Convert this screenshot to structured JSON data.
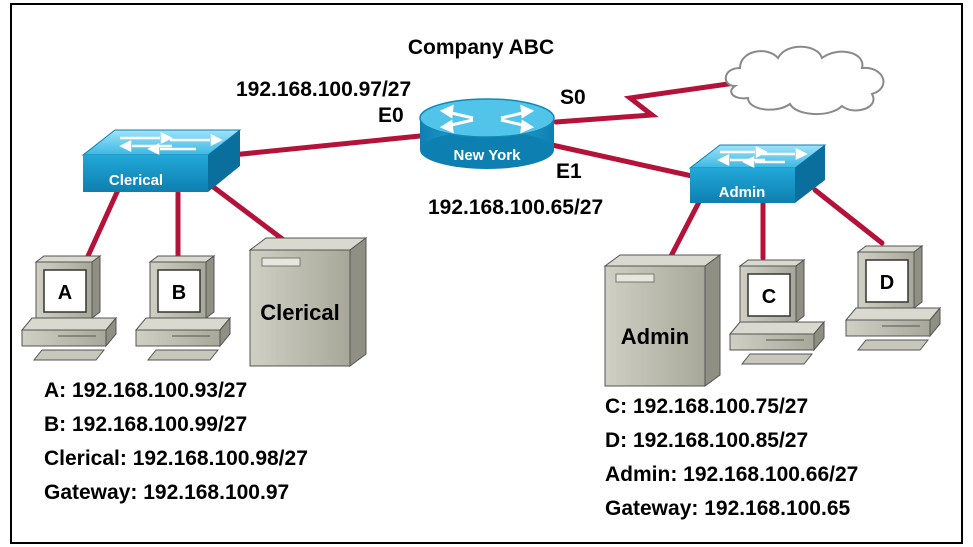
{
  "title": "Company ABC",
  "router": {
    "name": "New York",
    "e0_ip": "192.168.100.97/27",
    "e0_label": "E0",
    "s0_label": "S0",
    "e1_label": "E1",
    "e1_ip": "192.168.100.65/27"
  },
  "switches": {
    "left": "Clerical",
    "right": "Admin"
  },
  "hosts": {
    "a": "A",
    "b": "B",
    "c": "C",
    "d": "D",
    "clerical_server": "Clerical",
    "admin_server": "Admin"
  },
  "left_info": [
    "A: 192.168.100.93/27",
    "B: 192.168.100.99/27",
    "Clerical: 192.168.100.98/27",
    "Gateway: 192.168.100.97"
  ],
  "right_info": [
    "C: 192.168.100.75/27",
    "D: 192.168.100.85/27",
    "Admin: 192.168.100.66/27",
    "Gateway: 192.168.100.65"
  ],
  "colors": {
    "link": "#b5123a",
    "device_blue": "#1aa6d6",
    "device_top": "#7ad6f4",
    "pc_gray": "#bdbdb0"
  }
}
